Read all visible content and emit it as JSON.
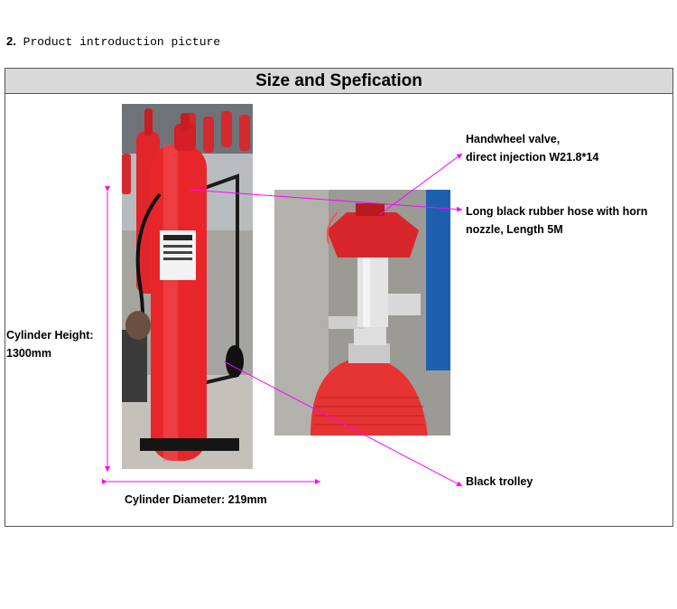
{
  "section": {
    "number": "2.",
    "text": "Product introduction picture"
  },
  "table": {
    "title": "Size and Spefication"
  },
  "labels": {
    "handwheel_line1": "Handwheel valve,",
    "handwheel_line2": "direct injection W21.8*14",
    "hose_line1": "Long black rubber hose with horn",
    "hose_line2": "nozzle, Length 5M",
    "height_line1": "Cylinder Height:",
    "height_line2": "1300mm",
    "diameter": "Cylinder Diameter: 219mm",
    "trolley": "Black trolley"
  },
  "colors": {
    "annotation": "#ff00ff",
    "cylinder": "#e8262a",
    "header_bg": "#d9d9d9"
  },
  "icons": [
    "fire-extinguisher-photo",
    "valve-closeup-photo",
    "arrowhead-icon"
  ]
}
